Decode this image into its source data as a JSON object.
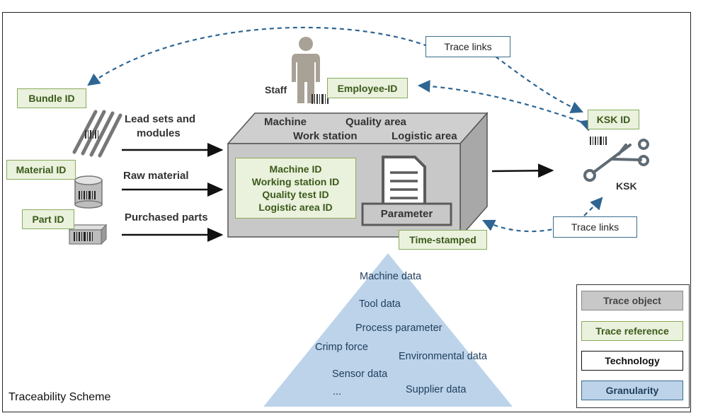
{
  "title": "Traceability Scheme",
  "trace_references": {
    "bundle_id": "Bundle ID",
    "material_id": "Material ID",
    "part_id": "Part ID",
    "employee_id": "Employee-ID",
    "ksk_id": "KSK ID",
    "time_stamped": "Time-stamped",
    "machine_ids": [
      "Machine ID",
      "Working station ID",
      "Quality test ID",
      "Logistic area ID"
    ]
  },
  "inputs": {
    "lead_sets_line1": "Lead sets and",
    "lead_sets_line2": "modules",
    "raw_material": "Raw material",
    "purchased_parts": "Purchased parts"
  },
  "staff": "Staff",
  "ksk": "KSK",
  "trace_links": [
    "Trace links",
    "Trace links"
  ],
  "trace_object": {
    "top_labels": [
      "Machine",
      "Quality area",
      "Work station",
      "Logistic area"
    ],
    "parameter": "Parameter"
  },
  "granularity": [
    "Machine data",
    "Tool data",
    "Process parameter",
    "Crimp force",
    "Environmental data",
    "Sensor data",
    "...",
    "Supplier data"
  ],
  "legend": [
    {
      "label": "Trace object",
      "color": "#c8c8c8"
    },
    {
      "label": "Trace reference",
      "color": "#eaf1dd"
    },
    {
      "label": "Technology",
      "color": "#ffffff"
    },
    {
      "label": "Granularity",
      "color": "#bcd3ea"
    }
  ],
  "colors": {
    "dashed_link": "#2e6593",
    "pyramid": "#bcd3ea",
    "box_face": "#c8c8c8"
  }
}
